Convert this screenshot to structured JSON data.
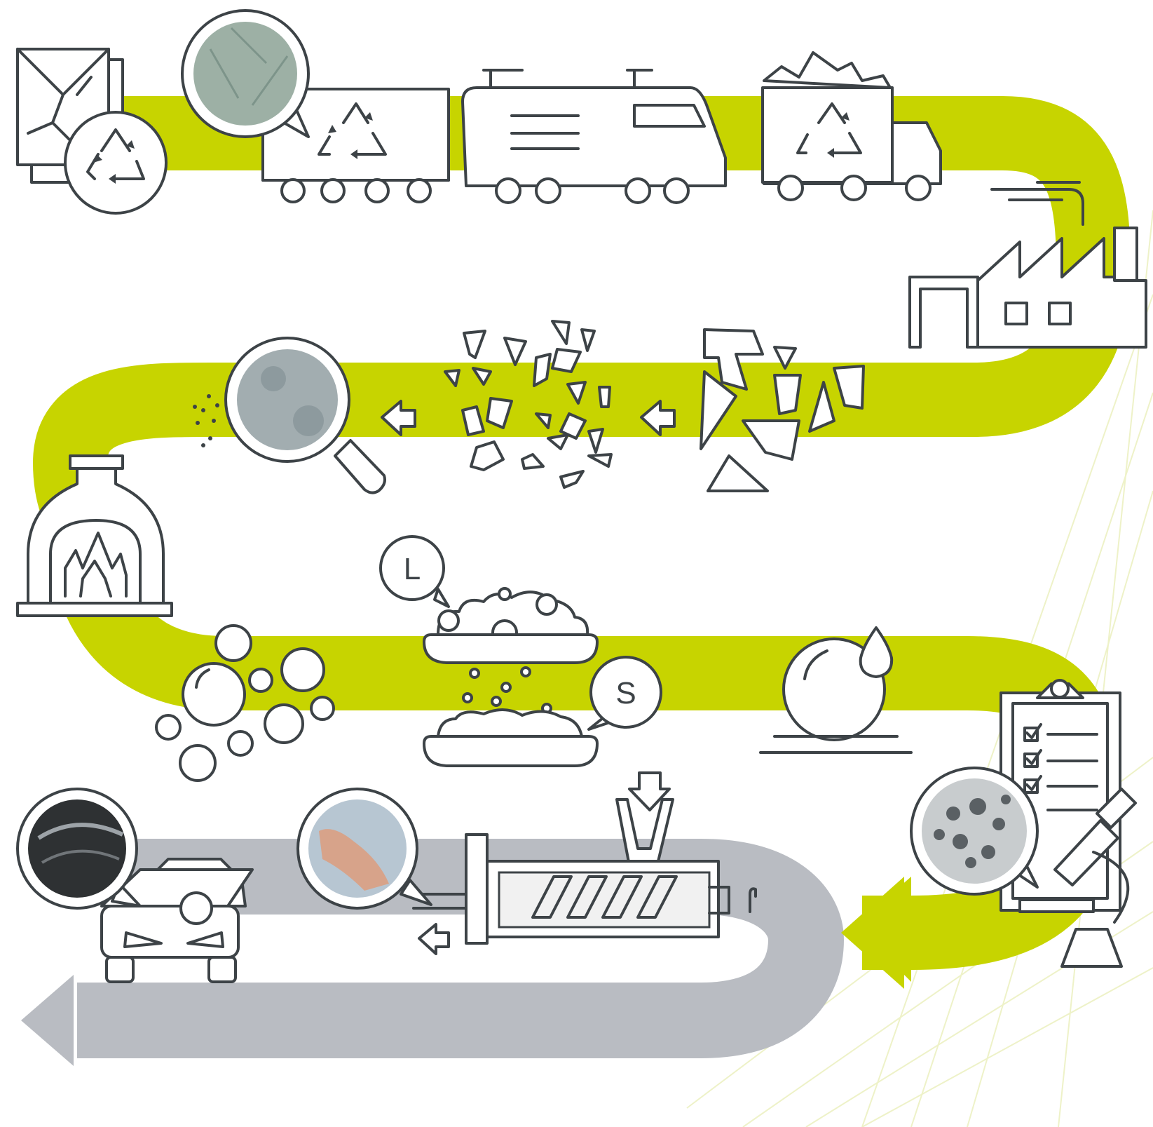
{
  "colors": {
    "green_path": "#c7d400",
    "grey_path": "#b9bcc2",
    "outline": "#3d4347",
    "background": "#ffffff"
  },
  "steps": [
    {
      "name": "collection",
      "icons": [
        "broken-glass-icon",
        "recycle-icon"
      ]
    },
    {
      "name": "transport-truck",
      "icons": [
        "magnifier-icon",
        "recycle-truck-icon"
      ]
    },
    {
      "name": "transport-train",
      "icons": [
        "train-icon"
      ]
    },
    {
      "name": "delivery",
      "icons": [
        "dump-truck-icon"
      ]
    },
    {
      "name": "processing-plant",
      "icons": [
        "factory-icon"
      ]
    },
    {
      "name": "crushing",
      "icons": [
        "glass-shards-icon",
        "crushed-fragments-icon",
        "arrow-left-icon"
      ]
    },
    {
      "name": "inspection",
      "icons": [
        "magnifier-icon",
        "powder-dots-icon"
      ]
    },
    {
      "name": "melting",
      "icons": [
        "kiln-icon",
        "flame-icon"
      ]
    },
    {
      "name": "sorting",
      "icons": [
        "beads-icon",
        "bowl-icon"
      ]
    },
    {
      "name": "sphere-forming",
      "icons": [
        "sphere-icon",
        "drop-icon"
      ]
    },
    {
      "name": "quality-check",
      "icons": [
        "clipboard-icon",
        "microscope-icon",
        "magnifier-icon"
      ]
    },
    {
      "name": "extrusion",
      "icons": [
        "extruder-icon",
        "magnifier-icon"
      ]
    },
    {
      "name": "end-product",
      "icons": [
        "car-icon",
        "magnifier-icon"
      ]
    }
  ],
  "bubble_large_label": "L",
  "bubble_small_label": "S"
}
